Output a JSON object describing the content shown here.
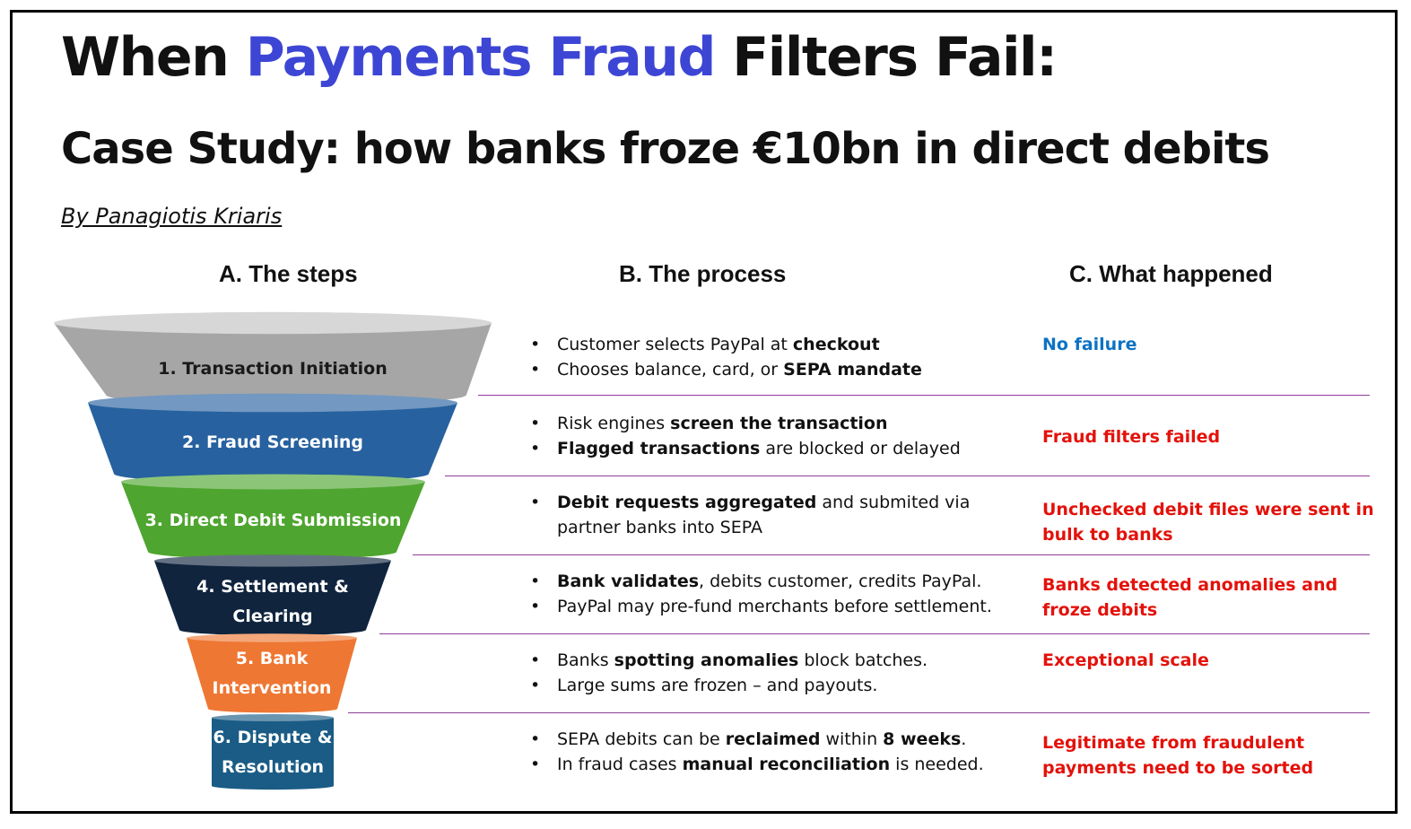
{
  "title": {
    "part1": "When ",
    "highlight": "Payments Fraud",
    "part2": " Filters Fail:",
    "highlight_color": "#3d46d4"
  },
  "subtitle": "Case Study: how banks froze €10bn in direct debits",
  "byline": "By Panagiotis Kriaris",
  "columns": {
    "a": "A. The steps",
    "b": "B. The process",
    "c": "C. What happened"
  },
  "stages": [
    {
      "label": "1. Transaction Initiation",
      "color": "#a6a6a6",
      "process": [
        [
          {
            "t": "Customer selects PayPal at "
          },
          {
            "t": "checkout",
            "b": true
          }
        ],
        [
          {
            "t": "Chooses balance, card, or "
          },
          {
            "t": "SEPA mandate",
            "b": true
          }
        ]
      ],
      "outcome": "No failure",
      "outcome_color": "#0e72c4"
    },
    {
      "label": "2. Fraud Screening",
      "color": "#27619f",
      "process": [
        [
          {
            "t": "Risk engines "
          },
          {
            "t": "screen the transaction",
            "b": true
          }
        ],
        [
          {
            "t": "Flagged transactions",
            "b": true
          },
          {
            "t": " are blocked or delayed"
          }
        ]
      ],
      "outcome": "Fraud filters failed",
      "outcome_color": "#e3120b"
    },
    {
      "label": "3. Direct Debit Submission",
      "color": "#4ea52f",
      "process": [
        [
          {
            "t": "Debit requests aggregated",
            "b": true
          },
          {
            "t": " and submited via partner banks into SEPA"
          }
        ]
      ],
      "outcome": "Unchecked debit files were sent in bulk to banks",
      "outcome_color": "#e3120b"
    },
    {
      "label": "4. Settlement & Clearing",
      "color": "#10243e",
      "process": [
        [
          {
            "t": "Bank validates",
            "b": true
          },
          {
            "t": ", debits customer, credits PayPal."
          }
        ],
        [
          {
            "t": "PayPal may pre-fund merchants before settlement."
          }
        ]
      ],
      "outcome": "Banks detected anomalies and froze debits",
      "outcome_color": "#e3120b"
    },
    {
      "label": "5. Bank Intervention",
      "color": "#ee7733",
      "process": [
        [
          {
            "t": "Banks "
          },
          {
            "t": "spotting anomalies",
            "b": true
          },
          {
            "t": " block batches."
          }
        ],
        [
          {
            "t": "Large sums are frozen – and payouts."
          }
        ]
      ],
      "outcome": "Exceptional scale",
      "outcome_color": "#e3120b"
    },
    {
      "label": "6. Dispute & Resolution",
      "color": "#1a5c85",
      "process": [
        [
          {
            "t": "SEPA debits can be "
          },
          {
            "t": "reclaimed",
            "b": true
          },
          {
            "t": " within "
          },
          {
            "t": "8 weeks",
            "b": true
          },
          {
            "t": "."
          }
        ],
        [
          {
            "t": "In fraud cases "
          },
          {
            "t": "manual reconciliation",
            "b": true
          },
          {
            "t": " is needed."
          }
        ]
      ],
      "outcome": "Legitimate from fraudulent payments need to be sorted",
      "outcome_color": "#e3120b"
    }
  ]
}
